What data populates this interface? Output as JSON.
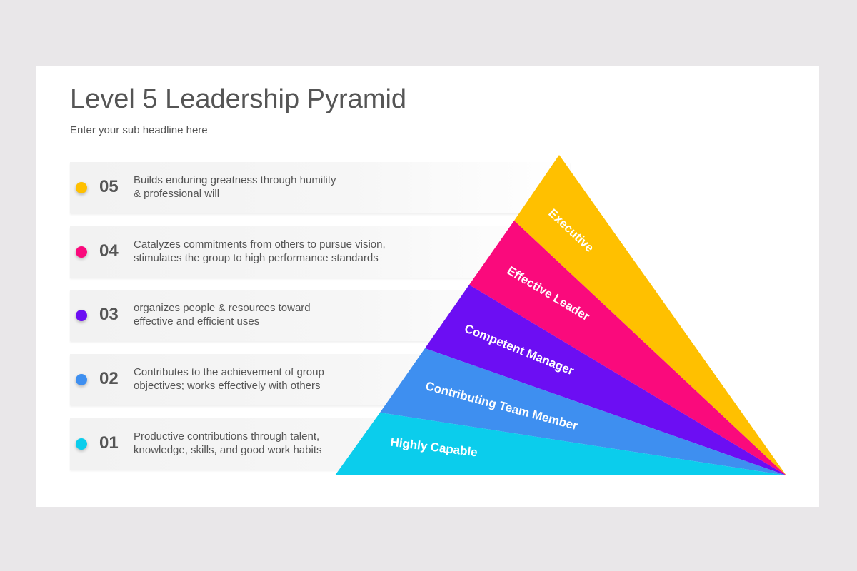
{
  "title": "Level 5 Leadership Pyramid",
  "subtitle": "Enter your sub headline here",
  "levels": [
    {
      "number": "05",
      "line1": "Builds enduring greatness through humility",
      "line2": "& professional will",
      "label": "Executive",
      "color": "#ffc000"
    },
    {
      "number": "04",
      "line1": "Catalyzes commitments from others to pursue vision,",
      "line2": "stimulates the group to high performance standards",
      "label": "Effective Leader",
      "color": "#fa0a7c"
    },
    {
      "number": "03",
      "line1": "organizes people & resources toward",
      "line2": "effective and efficient uses",
      "label": "Competent Manager",
      "color": "#6c0ef3"
    },
    {
      "number": "02",
      "line1": "Contributes to the achievement of group",
      "line2": "objectives; works effectively with others",
      "label": "Contributing Team Member",
      "color": "#3e8ff0"
    },
    {
      "number": "01",
      "line1": "Productive contributions through talent,",
      "line2": "knowledge, skills, and good work habits",
      "label": "Highly Capable",
      "color": "#0bcdec"
    }
  ]
}
